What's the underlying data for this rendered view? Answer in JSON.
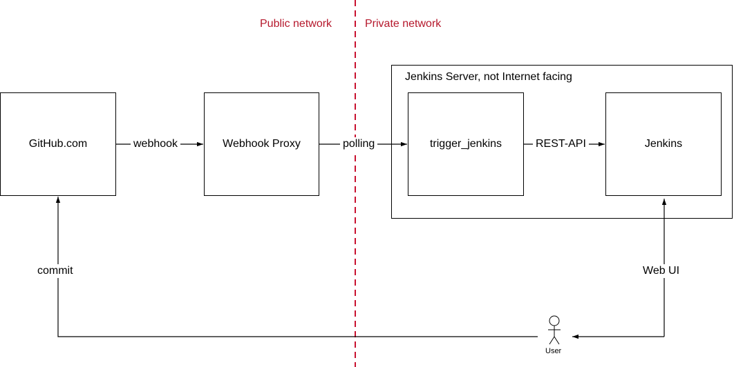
{
  "zones": {
    "public": "Public network",
    "private": "Private network"
  },
  "group": {
    "title": "Jenkins Server, not Internet facing"
  },
  "nodes": {
    "github": "GitHub.com",
    "webhook_proxy": "Webhook Proxy",
    "trigger_jenkins": "trigger_jenkins",
    "jenkins": "Jenkins"
  },
  "edges": {
    "webhook": "webhook",
    "polling": "polling",
    "rest_api": "REST-API",
    "commit": "commit",
    "web_ui": "Web UI"
  },
  "actor": {
    "user": "User"
  },
  "colors": {
    "divider": "#c8102e",
    "zone_label": "#b5172b",
    "line": "#000000"
  }
}
